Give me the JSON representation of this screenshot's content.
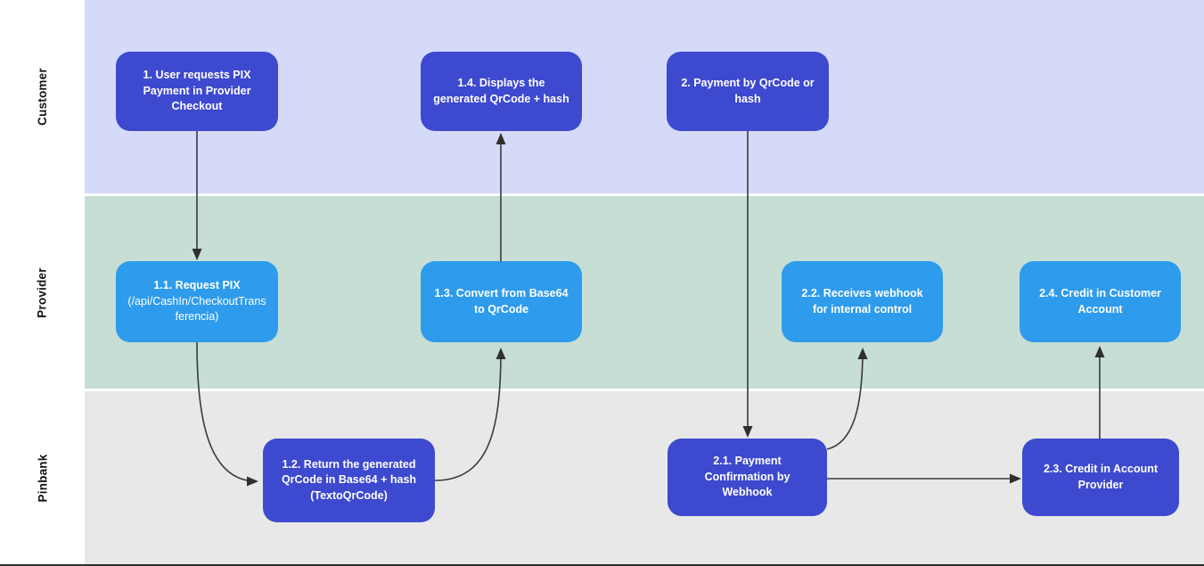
{
  "lanes": [
    {
      "label": "Customer"
    },
    {
      "label": "Provider"
    },
    {
      "label": "Pinbank"
    }
  ],
  "colors": {
    "node_dark": "#3d49ce",
    "node_light": "#2e9bec",
    "lane_customer": "#d4daf8",
    "lane_provider": "#c6ded4",
    "lane_pinbank": "#e8e8e8",
    "arrow": "#3a3a3a"
  },
  "nodes": {
    "n1": {
      "label": "1. User requests PIX Payment in Provider Checkout"
    },
    "n14": {
      "label": "1.4. Displays the generated QrCode + hash"
    },
    "n2": {
      "label": "2. Payment by QrCode or hash"
    },
    "n11": {
      "title": "1.1. Request PIX",
      "subtitle": "(/api/CashIn/CheckoutTransferencia)"
    },
    "n13": {
      "label": "1.3. Convert from Base64 to QrCode"
    },
    "n22": {
      "label": "2.2. Receives webhook for internal control"
    },
    "n24": {
      "label": "2.4. Credit in Customer Account"
    },
    "n12": {
      "label": "1.2. Return the generated QrCode in Base64 + hash (TextoQrCode)"
    },
    "n21": {
      "label": "2.1. Payment Confirmation by Webhook"
    },
    "n23": {
      "label": "2.3. Credit in Account Provider"
    }
  }
}
